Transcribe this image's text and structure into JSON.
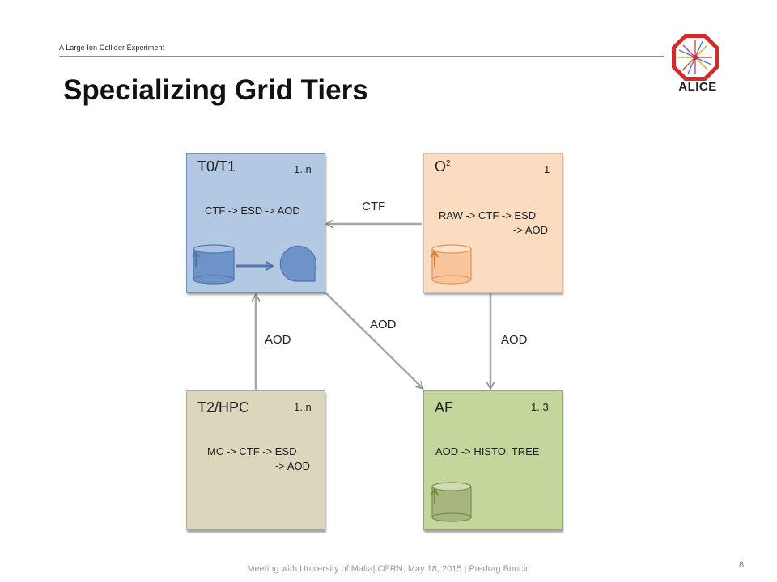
{
  "header": {
    "experiment_tagline": "A Large Ion Collider Experiment",
    "title": "Specializing Grid Tiers",
    "logo_text": "ALICE"
  },
  "boxes": {
    "t0t1": {
      "name": "T0/T1",
      "count": "1..n",
      "flow": [
        "CTF -> ESD -> AOD"
      ],
      "fill": "#b3c8e3",
      "border": "#6f93c7"
    },
    "o2": {
      "name": "O",
      "name_sup": "2",
      "count": "1",
      "flow": [
        "RAW -> CTF -> ESD",
        "-> AOD"
      ],
      "fill": "#fcdcc1",
      "border": "#f0b98c"
    },
    "t2hpc": {
      "name": "T2/HPC",
      "count": "1..n",
      "flow": [
        "MC -> CTF -> ESD",
        "-> AOD"
      ],
      "fill": "#dcd6bd",
      "border": "#b3ab8c"
    },
    "af": {
      "name": "AF",
      "count": "1..3",
      "flow": [
        "AOD -> HISTO, TREE"
      ],
      "fill": "#c3d69b",
      "border": "#93ad63"
    }
  },
  "edges": {
    "o2_to_t0t1": "CTF",
    "t0t1_to_af": "AOD",
    "o2_to_af": "AOD",
    "t2hpc_to_t0t1": "AOD"
  },
  "footer": {
    "text": "Meeting with University of Malta| CERN, May  18,  2015 |  Predrag Buncic",
    "page": "8"
  }
}
